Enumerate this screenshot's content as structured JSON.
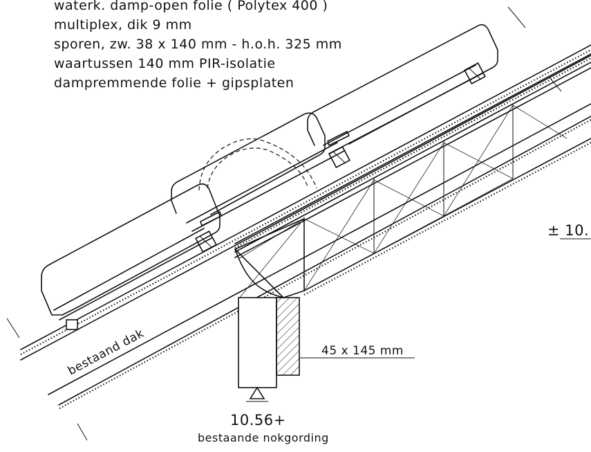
{
  "layer_notes": [
    "waterk. damp-open folie ( Polytex 400 )",
    "multiplex, dik 9 mm",
    "sporen, zw. 38 x 140 mm - h.o.h. 325 mm",
    "waartussen 140 mm PIR-isolatie",
    "dampremmende folie + gipsplaten"
  ],
  "labels": {
    "existing_roof": "bestaand dak",
    "beam_size": "45 x 145 mm",
    "level_value": "10.56+",
    "ridge_purlin": "bestaande nokgording",
    "right_level": "± 10."
  }
}
